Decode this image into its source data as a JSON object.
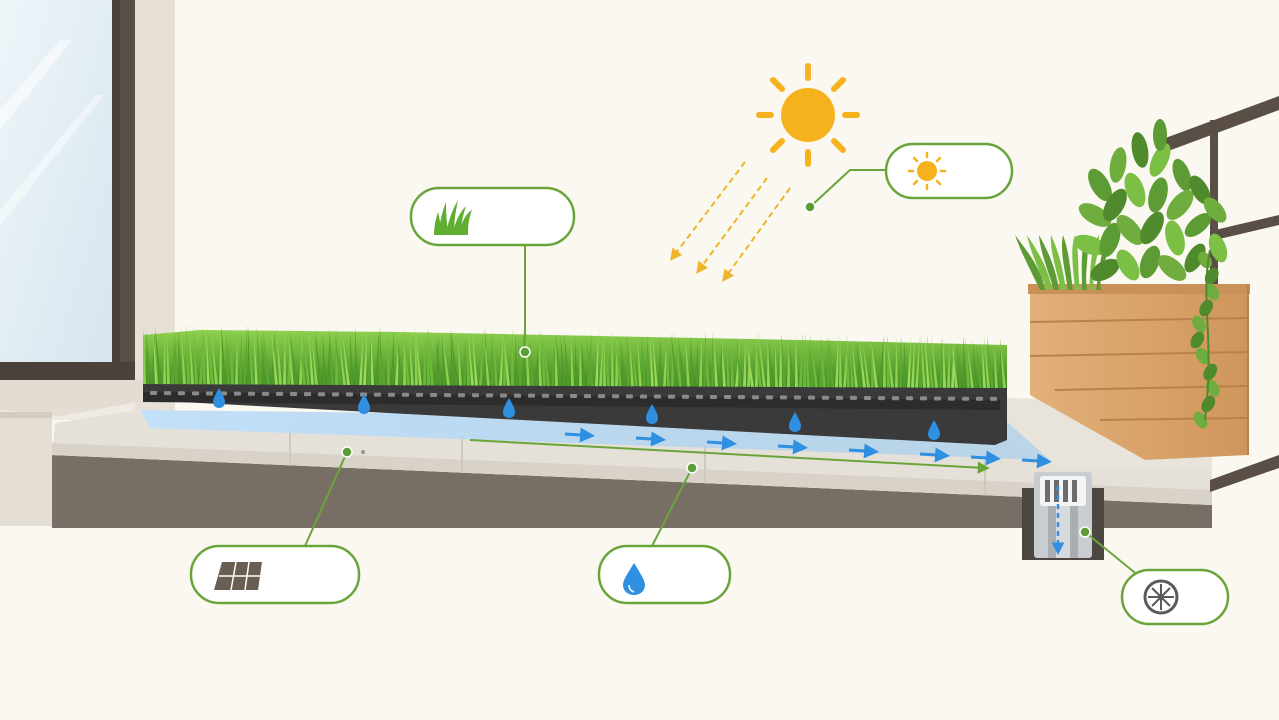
{
  "colors": {
    "background": "#faf8f1",
    "callout_border": "#6aa53a",
    "leader_line": "#6aa53a",
    "grass_light": "#7cc142",
    "grass_dark": "#3f8a22",
    "water": "#2f8fe0",
    "sun": "#f5b21c",
    "sun_ray": "#f0b429",
    "deck_stone": "#e6e1d8",
    "deck_edge": "#d2ccc1",
    "wall": "#8a8076",
    "planter_wood": "#d9a36a",
    "planter_plank_line": "#b9824a",
    "window_frame": "#5a4f47",
    "glass": "#e4eef4",
    "railing": "#5a4f47",
    "drain_metal": "#c9cdd1",
    "drain_dark": "#6c6c6c",
    "foliage": "#5d9b35"
  },
  "callouts": [
    {
      "id": "artificial-grass",
      "icon": "grass-tuft-icon"
    },
    {
      "id": "uv-resistance",
      "icon": "sun-icon"
    },
    {
      "id": "base-tiles",
      "icon": "tile-grid-icon"
    },
    {
      "id": "water-drainage",
      "icon": "water-drop-icon"
    },
    {
      "id": "floor-drain",
      "icon": "drain-cover-icon"
    }
  ]
}
